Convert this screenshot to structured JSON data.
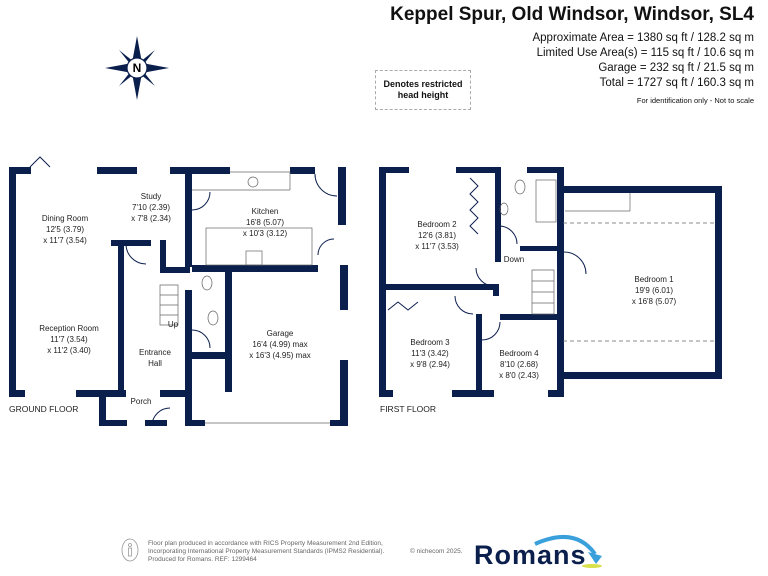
{
  "header": {
    "title": "Keppel Spur, Old Windsor, Windsor, SL4",
    "areas": [
      "Approximate Area = 1380 sq ft / 128.2 sq m",
      "Limited Use Area(s) = 115 sq ft / 10.6 sq m",
      "Garage = 232 sq ft / 21.5 sq m",
      "Total = 1727 sq ft / 160.3 sq m"
    ],
    "note": "For identification only - Not to scale"
  },
  "legend": {
    "restricted_line1": "Denotes restricted",
    "restricted_line2": "head height"
  },
  "compass": {
    "label": "N"
  },
  "ground_floor": {
    "label": "GROUND FLOOR",
    "rooms": [
      {
        "name": "Dining Room",
        "dim1": "12'5 (3.79)",
        "dim2": "x 11'7 (3.54)"
      },
      {
        "name": "Reception Room",
        "dim1": "11'7 (3.54)",
        "dim2": "x 11'2 (3.40)"
      },
      {
        "name": "Study",
        "dim1": "7'10 (2.39)",
        "dim2": "x 7'8 (2.34)"
      },
      {
        "name": "Kitchen",
        "dim1": "16'8 (5.07)",
        "dim2": "x 10'3 (3.12)"
      },
      {
        "name": "Garage",
        "dim1": "16'4 (4.99) max",
        "dim2": "x 16'3 (4.95) max"
      },
      {
        "name": "Entrance",
        "dim1": "Hall"
      },
      {
        "name": "Porch"
      },
      {
        "name": "Up"
      }
    ]
  },
  "first_floor": {
    "label": "FIRST FLOOR",
    "rooms": [
      {
        "name": "Bedroom 2",
        "dim1": "12'6 (3.81)",
        "dim2": "x 11'7 (3.53)"
      },
      {
        "name": "Bedroom 1",
        "dim1": "19'9 (6.01)",
        "dim2": "x 16'8 (5.07)"
      },
      {
        "name": "Bedroom 3",
        "dim1": "11'3 (3.42)",
        "dim2": "x 9'8 (2.94)"
      },
      {
        "name": "Bedroom 4",
        "dim1": "8'10 (2.68)",
        "dim2": "x 8'0 (2.43)"
      },
      {
        "name": "Down"
      }
    ]
  },
  "footer": {
    "line1": "Floor plan produced in accordance with RICS Property Measurement 2nd Edition,",
    "line2": "Incorporating International Property Measurement Standards (IPMS2 Residential).",
    "line3": "Produced for Romans.   REF: 1299464",
    "copyright": "© nichecom 2025.",
    "brand": "Romans"
  },
  "colors": {
    "walls": "#0b1f4d",
    "brand_accent": "#3aa0dc"
  }
}
